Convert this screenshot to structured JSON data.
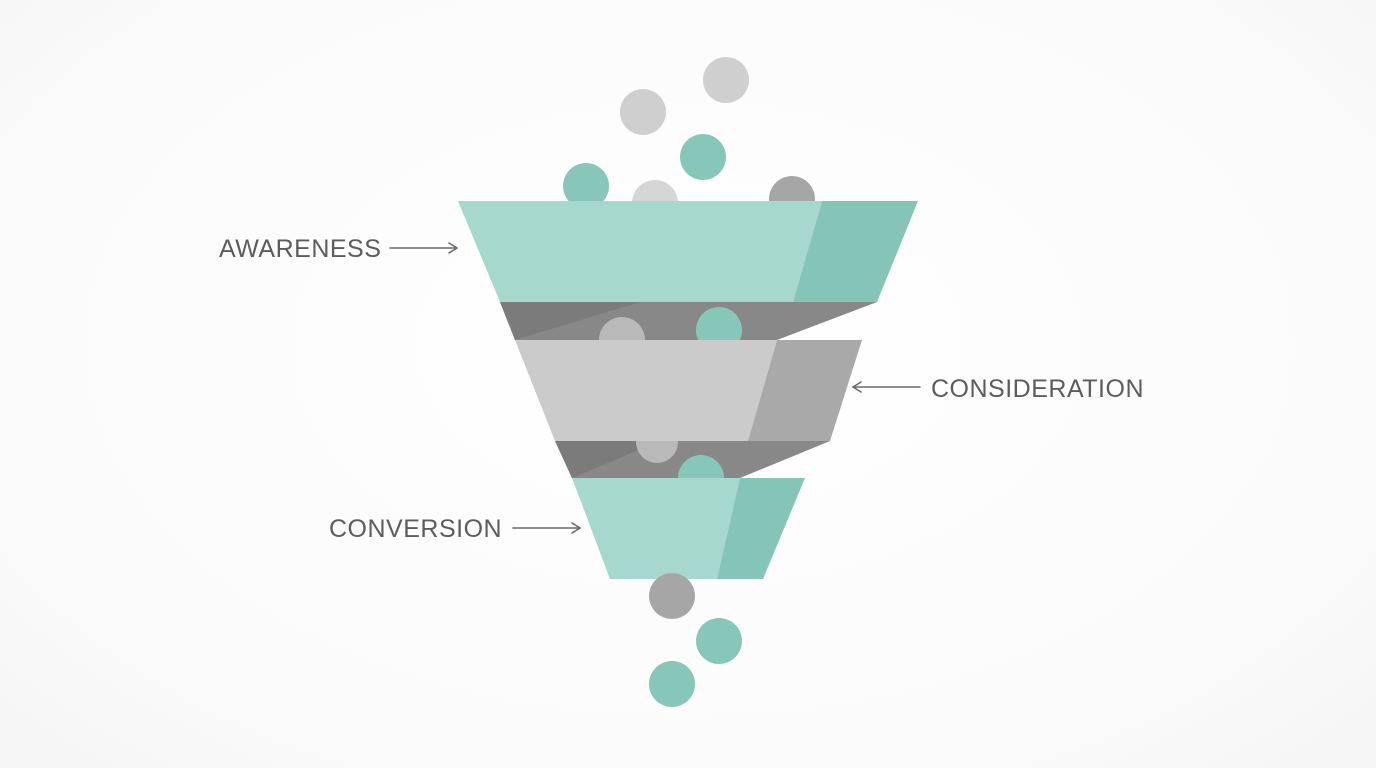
{
  "diagram": {
    "type": "marketing-funnel",
    "stages": [
      {
        "id": "awareness",
        "label": "AWARENESS",
        "color": "#a7d8cd",
        "side_color": "#84c5b7"
      },
      {
        "id": "consideration",
        "label": "CONSIDERATION",
        "color": "#cbcbcb",
        "side_color": "#a9a9a9"
      },
      {
        "id": "conversion",
        "label": "CONVERSION",
        "color": "#a7d8cd",
        "side_color": "#84c5b7"
      }
    ],
    "colors": {
      "teal_ball": "#86c7b9",
      "light_gray_ball": "#cfcfcf",
      "dark_gray_ball": "#a6a6a6",
      "connector_dark": "#878787",
      "label_text": "#5c5c5c"
    }
  }
}
